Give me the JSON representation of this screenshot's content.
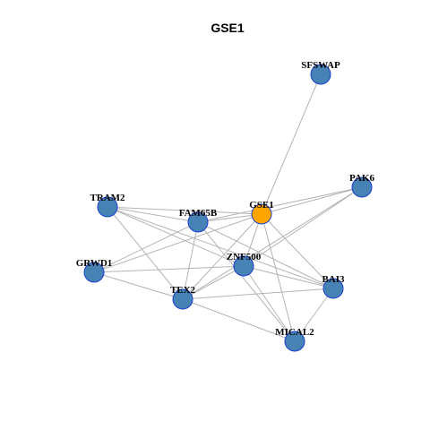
{
  "title": "GSE1",
  "colors": {
    "node_default": "#4682b4",
    "node_highlight": "#ffa500",
    "node_border": "#1a3fd0",
    "edge": "#b4b4b4"
  },
  "nodes": [
    {
      "id": "SFSWAP",
      "label": "SFSWAP",
      "highlight": false
    },
    {
      "id": "PAK6",
      "label": "PAK6",
      "highlight": false
    },
    {
      "id": "TRAM2",
      "label": "TRAM2",
      "highlight": false
    },
    {
      "id": "GSE1",
      "label": "GSE1",
      "highlight": true
    },
    {
      "id": "FAM65B",
      "label": "FAM65B",
      "highlight": false
    },
    {
      "id": "GRWD1",
      "label": "GRWD1",
      "highlight": false
    },
    {
      "id": "ZNF500",
      "label": "ZNF500",
      "highlight": false
    },
    {
      "id": "BAI3",
      "label": "BAI3",
      "highlight": false
    },
    {
      "id": "TEX2",
      "label": "TEX2",
      "highlight": false
    },
    {
      "id": "MICAL2",
      "label": "MICAL2",
      "highlight": false
    }
  ],
  "edges": [
    [
      "SFSWAP",
      "GSE1"
    ],
    [
      "PAK6",
      "GSE1"
    ],
    [
      "PAK6",
      "FAM65B"
    ],
    [
      "PAK6",
      "ZNF500"
    ],
    [
      "PAK6",
      "TEX2"
    ],
    [
      "TRAM2",
      "GSE1"
    ],
    [
      "TRAM2",
      "FAM65B"
    ],
    [
      "TRAM2",
      "ZNF500"
    ],
    [
      "TRAM2",
      "TEX2"
    ],
    [
      "TRAM2",
      "BAI3"
    ],
    [
      "GSE1",
      "FAM65B"
    ],
    [
      "GSE1",
      "GRWD1"
    ],
    [
      "GSE1",
      "ZNF500"
    ],
    [
      "GSE1",
      "TEX2"
    ],
    [
      "GSE1",
      "BAI3"
    ],
    [
      "GSE1",
      "MICAL2"
    ],
    [
      "FAM65B",
      "GRWD1"
    ],
    [
      "FAM65B",
      "TEX2"
    ],
    [
      "FAM65B",
      "BAI3"
    ],
    [
      "FAM65B",
      "MICAL2"
    ],
    [
      "GRWD1",
      "ZNF500"
    ],
    [
      "GRWD1",
      "TEX2"
    ],
    [
      "ZNF500",
      "TEX2"
    ],
    [
      "ZNF500",
      "BAI3"
    ],
    [
      "ZNF500",
      "MICAL2"
    ],
    [
      "TEX2",
      "BAI3"
    ],
    [
      "TEX2",
      "MICAL2"
    ],
    [
      "BAI3",
      "MICAL2"
    ]
  ]
}
